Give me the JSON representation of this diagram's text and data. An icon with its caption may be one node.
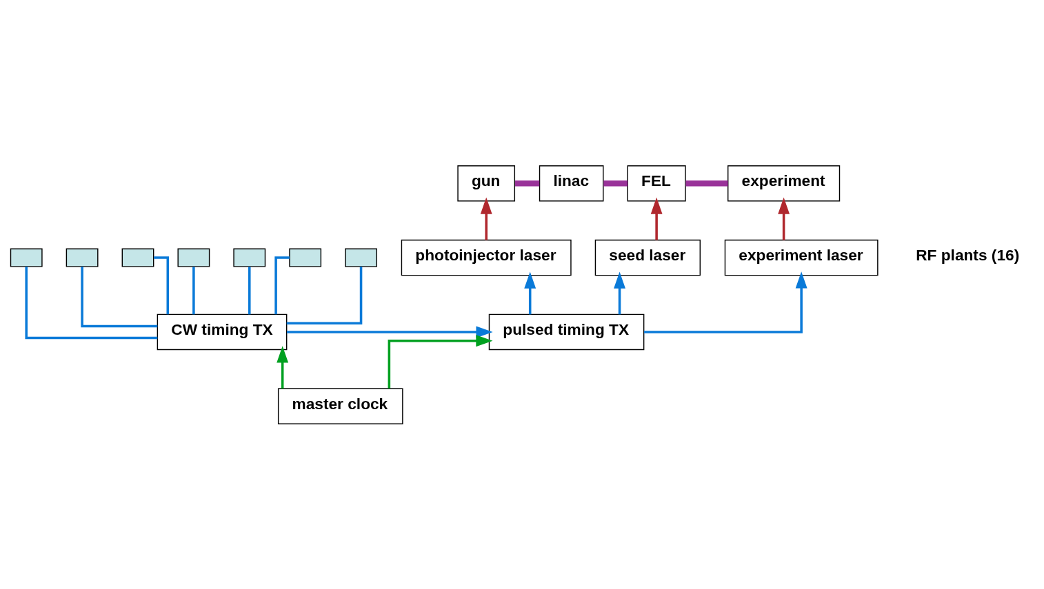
{
  "diagram": {
    "nodes": [
      {
        "text": [
          "gun"
        ]
      },
      {
        "text": [
          "linac"
        ]
      },
      {
        "text": [
          "FEL"
        ]
      },
      {
        "text": [
          "experiment"
        ]
      },
      {
        "text": [
          "photoinjector laser"
        ]
      },
      {
        "text": [
          "seed laser"
        ]
      },
      {
        "text": [
          "experiment laser"
        ]
      },
      {
        "text": [
          "CW timing TX"
        ]
      },
      {
        "text": [
          "pulsed timing TX"
        ]
      },
      {
        "text": [
          "master clock"
        ]
      },
      {
        "text": [],
        "shape": "box"
      },
      {
        "text": [],
        "shape": "box"
      },
      {
        "text": [],
        "shape": "box"
      },
      {
        "text": [],
        "shape": "box"
      },
      {
        "text": [],
        "shape": "box"
      },
      {
        "text": [],
        "shape": "box"
      },
      {
        "text": [],
        "shape": "box"
      }
    ],
    "edges": [
      {
        "from": 0,
        "to": 1,
        "arrow": "none",
        "style": "thick",
        "color": "#993399"
      },
      {
        "from": 1,
        "to": 2,
        "arrow": "none",
        "style": "thick",
        "color": "#993399"
      },
      {
        "from": 2,
        "to": 3,
        "arrow": "none",
        "style": "thick",
        "color": "#993399"
      },
      {
        "from": 4,
        "to": 0,
        "arrow": "to",
        "color": "#b0282e"
      },
      {
        "from": 5,
        "to": 2,
        "arrow": "to",
        "color": "#b0282e"
      },
      {
        "from": 6,
        "to": 3,
        "arrow": "to",
        "color": "#b0282e"
      },
      {
        "from": 7,
        "to": 10,
        "arrow": "none"
      },
      {
        "from": 7,
        "to": 11,
        "arrow": "none"
      },
      {
        "from": 7,
        "to": 12,
        "arrow": "none"
      },
      {
        "from": 7,
        "to": 13,
        "arrow": "none"
      },
      {
        "from": 7,
        "to": 14,
        "arrow": "none"
      },
      {
        "from": 7,
        "to": 15,
        "arrow": "none"
      },
      {
        "from": 7,
        "to": 16,
        "arrow": "none"
      },
      {
        "from": 7,
        "to": 8,
        "arrow": "to"
      },
      {
        "from": 8,
        "to": 5,
        "arrow": "to"
      },
      {
        "from": 8,
        "to": 4,
        "arrow": "to"
      },
      {
        "from": 8,
        "to": 6,
        "arrow": "to"
      },
      {
        "from": 9,
        "to": 7,
        "arrow": "to",
        "color": "#00a020"
      },
      {
        "from": 9,
        "to": 8,
        "arrow": "to",
        "color": "#00a020"
      }
    ],
    "labels": [
      "RF plants (16)"
    ]
  }
}
